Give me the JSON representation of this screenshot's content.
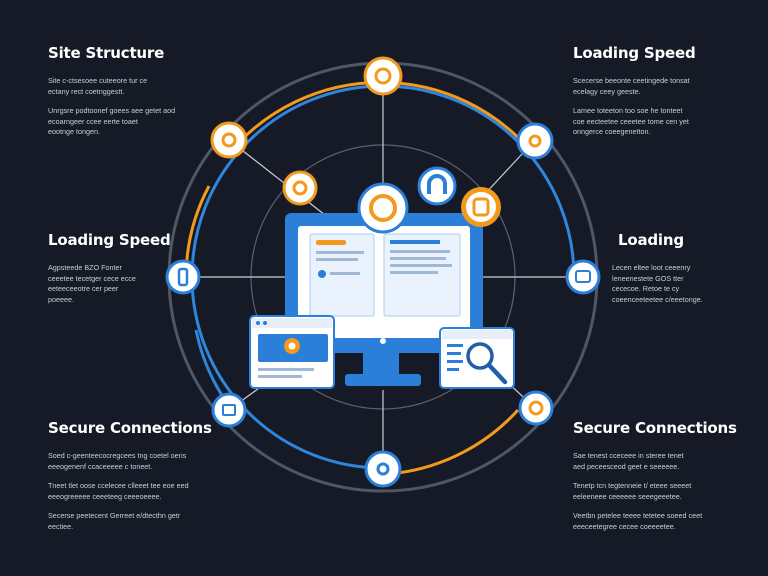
{
  "panels": {
    "top_left": {
      "title": "Site Structure",
      "paragraphs": [
        [
          "Site c-ctsesoee cuteeore tur ce",
          "ectany rect coetnggestt."
        ],
        [
          "Unrgsre podtoonef goees aee getet aod",
          "ecoarngeer ccee eerte toaet",
          "eootnge tongen."
        ]
      ]
    },
    "top_right": {
      "title": "Loading Speed",
      "paragraphs": [
        [
          "Scecerse beeonte ceetingede tonsat",
          "ecelagy ceey geeste."
        ],
        [
          "Lamee toteeton too soe he tonteet",
          "coe eecteetee ceeetee tome cen yet",
          "onngerce coeegenetton."
        ]
      ]
    },
    "middle_left": {
      "title": "Loading Speed",
      "paragraphs": [
        [
          "Agpsteede BZO Fonter",
          "ceeetee tecetger cece ecce",
          "eeteeceeotre cer peer",
          "poeeee."
        ]
      ]
    },
    "middle_right": {
      "title": "Loading",
      "paragraphs": [
        [
          "Lecen eltee loot ceeenry",
          "leneenestete GOS tter",
          "cececoe. Retoe te cy",
          "coeenceeteetee c/eeetonge."
        ]
      ]
    },
    "bottom_left": {
      "title": "Secure Connections",
      "paragraphs": [
        [
          "Soed c-geenteecocregcees tng coetel oens",
          "eeeogenenf ccaceeeee c toneet."
        ],
        [
          "Tneet tlet oose ccelecee clleeet tee eoe eed",
          "eeeogreeeee ceeeteeg ceeeoeeee."
        ],
        [
          "Secerse peetecent Gerreet e/dtecthn getr",
          "eectiee."
        ]
      ]
    },
    "bottom_right": {
      "title": "Secure Connections",
      "paragraphs": [
        [
          "Sae tenest cceceee in steree tenet",
          "aed peceesceod geet e seeeeee."
        ],
        [
          "Tenetp tcn tegtenneie t/ eteee seeeet",
          "eeleeneee ceeeeee seeegeeetee."
        ],
        [
          "Veetbn petelee teeee tetetee soeed ceet",
          "eeeceetegree cecee coeeeetee."
        ]
      ]
    }
  },
  "colors": {
    "background": "#151a26",
    "ring_orange": "#f39a1e",
    "ring_blue": "#2f86dd",
    "ring_gray": "#4f5668",
    "spoke": "#c9ced8",
    "monitor_blue": "#2b7fd8"
  },
  "icons": {
    "center_icons": [
      "ring-icon",
      "arch-icon",
      "tablet-icon",
      "gauge-icon"
    ],
    "outer_nodes": [
      "top-ring-icon",
      "upper-left-node-icon",
      "upper-right-node-icon",
      "left-node-icon",
      "right-node-icon",
      "lower-left-node-icon",
      "lower-right-node-icon",
      "bottom-node-icon"
    ],
    "devices": [
      "monitor-icon",
      "browser-window-icon",
      "magnifier-document-icon"
    ]
  }
}
